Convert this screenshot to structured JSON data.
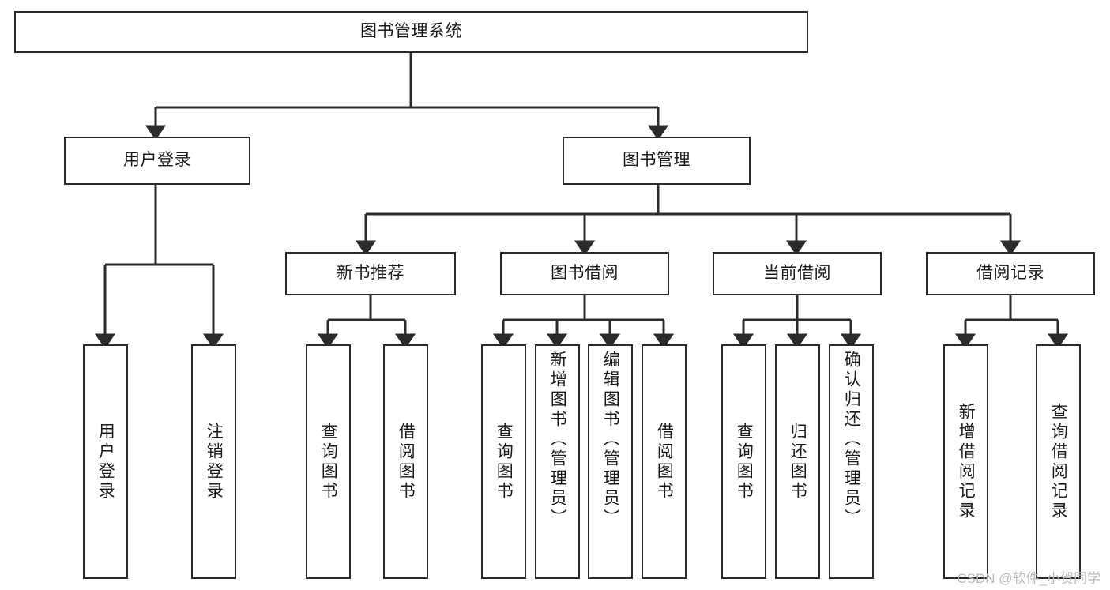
{
  "diagram": {
    "type": "tree-hierarchy",
    "title": "图书管理系统",
    "root": {
      "id": "root",
      "label": "图书管理系统",
      "level": 0
    },
    "level1": [
      {
        "id": "user-login",
        "label": "用户登录",
        "level": 1
      },
      {
        "id": "book-management",
        "label": "图书管理",
        "level": 1
      }
    ],
    "level2": [
      {
        "id": "new-book-recommend",
        "label": "新书推荐",
        "parent": "book-management",
        "level": 2
      },
      {
        "id": "book-borrow",
        "label": "图书借阅",
        "parent": "book-management",
        "level": 2
      },
      {
        "id": "current-borrow",
        "label": "当前借阅",
        "parent": "book-management",
        "level": 2
      },
      {
        "id": "borrow-record",
        "label": "借阅记录",
        "parent": "book-management",
        "level": 2
      }
    ],
    "leaves": [
      {
        "id": "leaf-user-login",
        "label": "用户登录",
        "parent": "user-login",
        "align": "center"
      },
      {
        "id": "leaf-logout",
        "label": "注销登录",
        "parent": "user-login",
        "align": "center"
      },
      {
        "id": "leaf-query-book-1",
        "label": "查询图书",
        "parent": "new-book-recommend",
        "align": "center"
      },
      {
        "id": "leaf-borrow-book-1",
        "label": "借阅图书",
        "parent": "new-book-recommend",
        "align": "center"
      },
      {
        "id": "leaf-query-book-2",
        "label": "查询图书",
        "parent": "book-borrow",
        "align": "center"
      },
      {
        "id": "leaf-add-book",
        "label": "新增图书（管理员）",
        "parent": "book-borrow",
        "align": "top"
      },
      {
        "id": "leaf-edit-book",
        "label": "编辑图书（管理员）",
        "parent": "book-borrow",
        "align": "top"
      },
      {
        "id": "leaf-borrow-book-2",
        "label": "借阅图书",
        "parent": "book-borrow",
        "align": "center"
      },
      {
        "id": "leaf-query-book-3",
        "label": "查询图书",
        "parent": "current-borrow",
        "align": "center"
      },
      {
        "id": "leaf-return-book",
        "label": "归还图书",
        "parent": "current-borrow",
        "align": "center"
      },
      {
        "id": "leaf-confirm-return",
        "label": "确认归还（管理员）",
        "parent": "current-borrow",
        "align": "top"
      },
      {
        "id": "leaf-add-record",
        "label": "新增借阅记录",
        "parent": "borrow-record",
        "align": "center"
      },
      {
        "id": "leaf-query-record",
        "label": "查询借阅记录",
        "parent": "borrow-record",
        "align": "center"
      }
    ],
    "colors": {
      "stroke": "#2b2b2b",
      "fill": "#ffffff",
      "text": "#1b1b1b",
      "watermark": "#b9b9b9"
    }
  },
  "watermark": {
    "text": "CSDN @软件_小贺同学"
  }
}
